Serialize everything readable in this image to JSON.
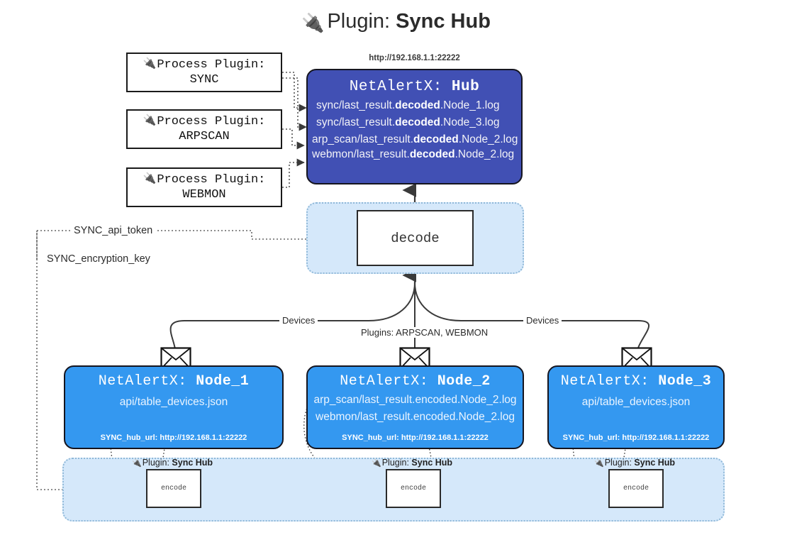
{
  "title": {
    "icon": "plug-icon",
    "prefix": "Plugin: ",
    "name": "Sync Hub"
  },
  "process_plugins": [
    {
      "icon": "plug-icon",
      "line1": "Process Plugin:",
      "line2": "SYNC"
    },
    {
      "icon": "plug-icon",
      "line1": "Process Plugin:",
      "line2": "ARPSCAN"
    },
    {
      "icon": "plug-icon",
      "line1": "Process Plugin:",
      "line2": "WEBMON"
    }
  ],
  "hub": {
    "url": "http://192.168.1.1:22222",
    "title_prefix": "NetAlertX: ",
    "title_name": "Hub",
    "color": "#4150b4",
    "logs": [
      {
        "pre": "sync/last_result.",
        "bold": "decoded",
        "post": ".Node_1.log"
      },
      {
        "pre": "sync/last_result.",
        "bold": "decoded",
        "post": ".Node_3.log"
      },
      {
        "pre": "arp_scan/last_result.",
        "bold": "decoded",
        "post": ".Node_2.log"
      },
      {
        "pre": "webmon/last_result.",
        "bold": "decoded",
        "post": ".Node_2.log"
      }
    ]
  },
  "decode": {
    "label": "decode",
    "band_color": "#d5e8fa"
  },
  "keys": [
    {
      "label": "SYNC_api_token"
    },
    {
      "label": "SYNC_encryption_key"
    }
  ],
  "edge_labels": {
    "devices_left": "Devices",
    "plugins_center": "Plugins: ARPSCAN, WEBMON",
    "devices_right": "Devices"
  },
  "nodes": [
    {
      "icon": "envelope-icon",
      "title_prefix": "NetAlertX: ",
      "title_name": "Node_1",
      "lines": [
        "api/table_devices.json"
      ],
      "hub_url": "SYNC_hub_url: http://192.168.1.1:22222",
      "color": "#3498f0"
    },
    {
      "icon": "envelope-icon",
      "title_prefix": "NetAlertX: ",
      "title_name": "Node_2",
      "lines": [
        "arp_scan/last_result.encoded.Node_2.log",
        "webmon/last_result.encoded.Node_2.log"
      ],
      "hub_url": "SYNC_hub_url: http://192.168.1.1:22222",
      "color": "#3498f0"
    },
    {
      "icon": "envelope-icon",
      "title_prefix": "NetAlertX: ",
      "title_name": "Node_3",
      "lines": [
        "api/table_devices.json"
      ],
      "hub_url": "SYNC_hub_url: http://192.168.1.1:22222",
      "color": "#3498f0"
    }
  ],
  "encoders": [
    {
      "icon": "plug-icon",
      "label_prefix": "Plugin: ",
      "label_name": "Sync Hub",
      "box": "encode"
    },
    {
      "icon": "plug-icon",
      "label_prefix": "Plugin: ",
      "label_name": "Sync Hub",
      "box": "encode"
    },
    {
      "icon": "plug-icon",
      "label_prefix": "Plugin: ",
      "label_name": "Sync Hub",
      "box": "encode"
    }
  ]
}
